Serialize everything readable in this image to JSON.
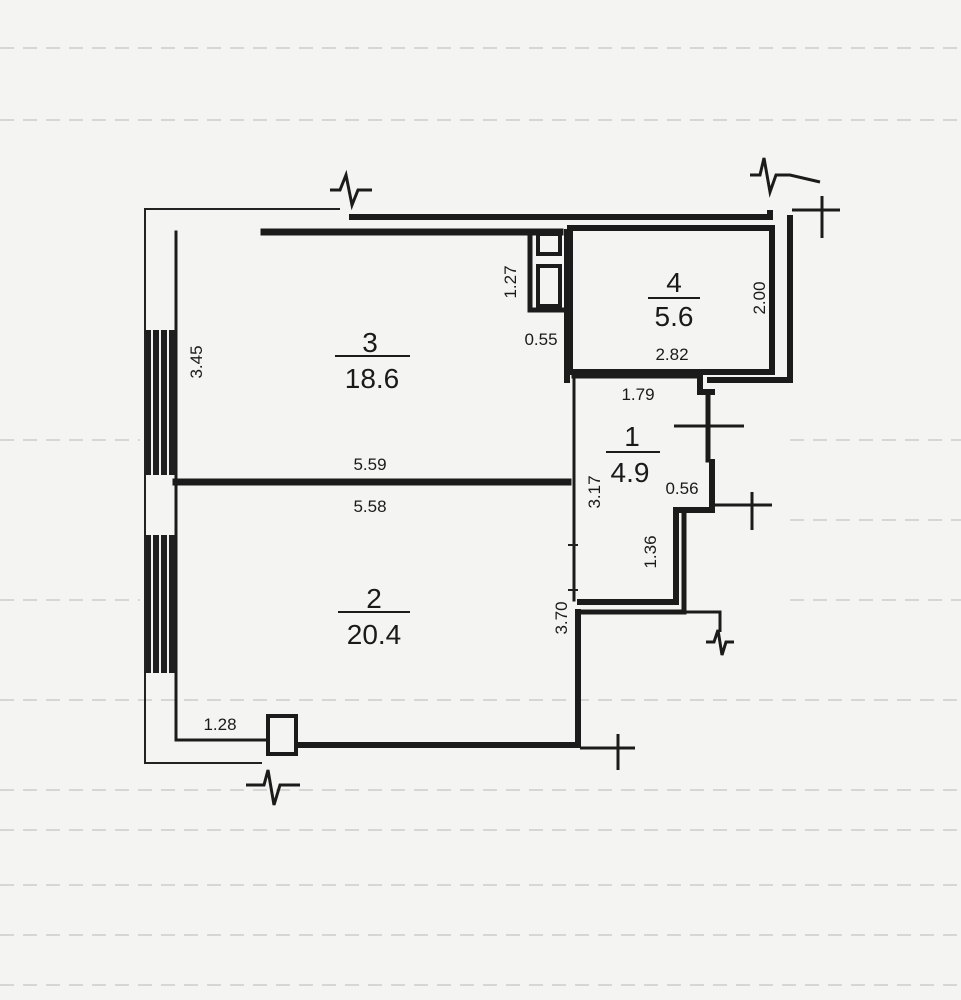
{
  "rooms": [
    {
      "number": "3",
      "area": "18.6"
    },
    {
      "number": "4",
      "area": "5.6"
    },
    {
      "number": "1",
      "area": "4.9"
    },
    {
      "number": "2",
      "area": "20.4"
    }
  ],
  "dimensions": {
    "room3_height": "3.45",
    "closet_height": "1.27",
    "closet_width": "0.55",
    "room4_height": "2.00",
    "room4_width": "2.82",
    "hall_width": "1.79",
    "wall_top": "5.59",
    "wall_bottom": "5.58",
    "hall_height": "3.17",
    "step_width": "0.56",
    "step_height": "1.36",
    "room2_height": "3.70",
    "entry_width": "1.28"
  },
  "colors": {
    "wall": "#1b1b1b",
    "paper": "#f4f4f2"
  }
}
